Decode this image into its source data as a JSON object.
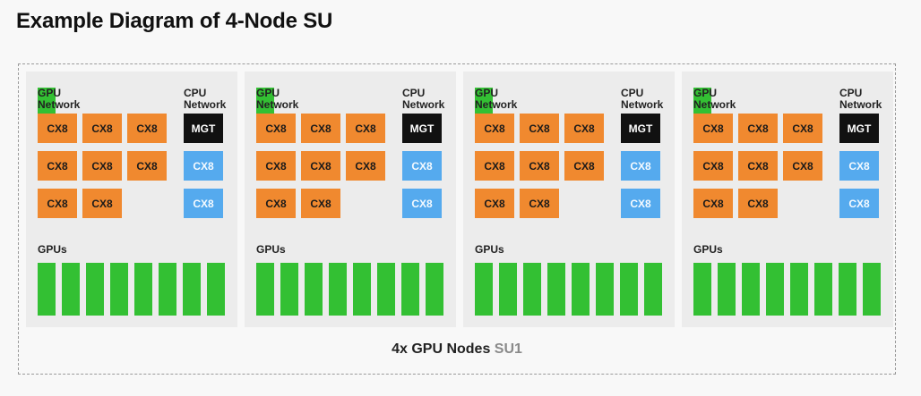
{
  "title": "Example Diagram of 4-Node SU",
  "labels": {
    "gpu_network_1": "GPU",
    "gpu_network_2": "Network",
    "cpu_network_1": "CPU",
    "cpu_network_2": "Network",
    "gpus": "GPUs"
  },
  "nic": {
    "gpu_nic_label": "CX8",
    "mgmt_label": "MGT",
    "cpu_nic_label": "CX8"
  },
  "colors": {
    "gpu_nic": "#f0892f",
    "cpu_nic": "#55aaee",
    "mgmt": "#111111",
    "gpu": "#33c033"
  },
  "node_count": 4,
  "gpu_nics_per_node": 8,
  "cpu_nics_per_node": 2,
  "gpus_per_node": 8,
  "caption": {
    "prefix": "4x GPU Nodes",
    "su": "SU1"
  }
}
